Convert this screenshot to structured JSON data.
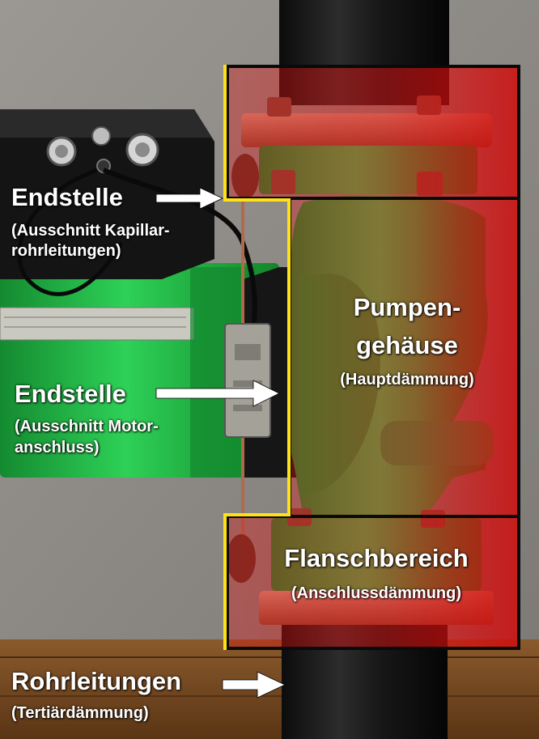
{
  "labels": {
    "endstelle_kapillar": {
      "title": "Endstelle",
      "sub1": "(Ausschnitt Kapillar-",
      "sub2": "rohrleitungen)"
    },
    "endstelle_motor": {
      "title": "Endstelle",
      "sub1": "(Ausschnitt Motor-",
      "sub2": "anschluss)"
    },
    "pumpengehaeuse": {
      "title1": "Pumpen-",
      "title2": "gehäuse",
      "sub": "(Hauptdämmung)"
    },
    "flanschbereich": {
      "title": "Flanschbereich",
      "sub": "(Anschlussdämmung)"
    },
    "rohrleitungen": {
      "title": "Rohrleitungen",
      "sub": "(Tertiärdämmung)"
    }
  },
  "colors": {
    "wall": "#8f8c88",
    "floor": "#7a4a22",
    "pipe_insulation": "#1a1a1a",
    "pump_green": "#1fb845",
    "flange_copper": "#b8705a",
    "motor_head": "#141414",
    "overlay_red": "#e01010",
    "overlay_border_black": "#0a0a0a",
    "overlay_border_yellow": "#ffe11a",
    "label_text": "#ffffff",
    "arrow": "#ffffff"
  }
}
